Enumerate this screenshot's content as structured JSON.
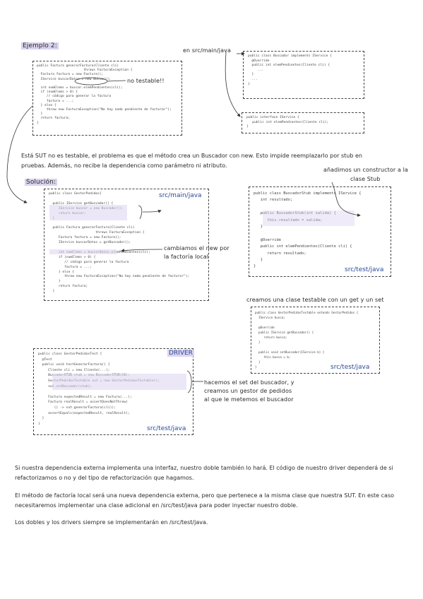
{
  "heading_ejemplo": "Ejemplo 2:",
  "heading_solucion": "Solución:",
  "notes": {
    "no_testable": "no testable!!",
    "src_main_java_pointer": "en src/main/java",
    "anadimos_l1": "añadimos un constructor a la",
    "anadimos_l2": "clase Stub",
    "cambiamos_l1": "cambiamos el new por",
    "cambiamos_l2": "la factoría local",
    "creamos_clase": "creamos una clase testable con un get y un set",
    "hacemos_l1": "hacemos el set del buscador, y",
    "hacemos_l2": "creamos un gestor de pedidos",
    "hacemos_l3": "al que le metemos el buscador"
  },
  "labels": {
    "src_main_java": "src/main/java",
    "src_test_java_stub": "src/test/java",
    "src_test_java_testable": "src/test/java",
    "driver": "DRIVER",
    "src_test_java_driver": "src/test/java"
  },
  "paragraph_1": "Está SUT no es testable, el problema es que el método crea un Buscador con new. Esto impide reemplazarlo por stub en pruebas. Además, no recibe la dependencia como parámetro ni atributo.",
  "paragraph_2": "Si nuestra dependencia externa implementa una interfaz, nuestro doble también lo hará. El código de nuestro driver dependerá de si refactorizamos o no y del tipo de refactorización que hagamos.",
  "paragraph_3": "El método de factoría local será una nueva dependencia externa, pero que pertenece a la misma clase que nuestra SUT. En este caso necesitaremos implementar una clase adicional en /src/test/java para poder inyectar nuestro doble.",
  "paragraph_4": "Los dobles y los drivers siempre se implementarán en /src/test/java.",
  "code_original": "public Factura generarFactura(Cliente cli)\n                        throws FacturaException {\n  Factura factura = new Factura();\n  IService buscarDatos = new Buscar();\n\n  int numElems = buscar.elemPendientes(cli);\n  if (numElems > 0) {\n     // código para generar la factura\n     factura = ...;\n  } else {\n     throw new FacturaException(\"No hay nada pendiente de facturar\");\n  }\n  return factura;\n}",
  "code_buscador": "public class Buscador implements IService {\n  @Override\n  public int elemPendientes(Cliente cli) {\n     ...\n  }\n  ...\n}",
  "code_iservice": "public interface IService {\n   public int elemPendientes(Cliente cli);\n}",
  "code_gestor": "public class GestorPedidos{\n\n  public IService getBuscador() {\n     IService buscar = new Buscador();\n     return buscar;\n  }\n\n  public Factura generarFactura(Cliente cli)\n                        throws FacturaException {\n     Factura factura = new Factura();\n     IService buscarDatos = getBuscador();\n\n     int numElems = buscarDatos.elemPendientes(cli);\n     if (numElems > 0) {\n        // código para generar la factura\n        factura = ...;\n     } else {\n        throw new FacturaException(\"No hay nada pendiente de facturar\");\n     }\n     return factura;\n  }",
  "code_stub": "public class BuscadorStub implements IService {\n   int resultado;\n\n   public BuscadorStub(int salida) {\n      this.resultado = salida;\n   }\n\n   @Override\n   public int elemPendientes(Cliente cli) {\n      return resultado;\n   }\n}",
  "code_testable": "public class GestorPedidosTestable extends GestorPedidos {\n  IService busca;\n\n  @Override\n  public IService getBuscador() {\n     return busca;\n  }\n\n  public void setBuscador(IService b) {\n     this.busca = b;\n  }\n}",
  "code_driver": "public class GestorPedidosTest {\n  @Test\n  public void testGenerarFactura() {\n     Cliente cli = new Cliente(...);\n     BuscadorSTUB stub = new BuscadorSTUB(10);\n     GestorPedidosTestable sut = new GestorPedidosTestable();\n     sut.setBuscador(stub);\n\n     Factura expectedResult = new Factura(...);\n     Factura realResult = assertDoesNotThrow(\n        () -> sut.generarFactura(cli));\n     assertEquals(expectedResult, realResult);\n  }\n}",
  "colors": {
    "heading_highlight": "#d9d2ee",
    "code_highlight": "#dcd3f0",
    "label_blue": "#2a4a9a"
  }
}
